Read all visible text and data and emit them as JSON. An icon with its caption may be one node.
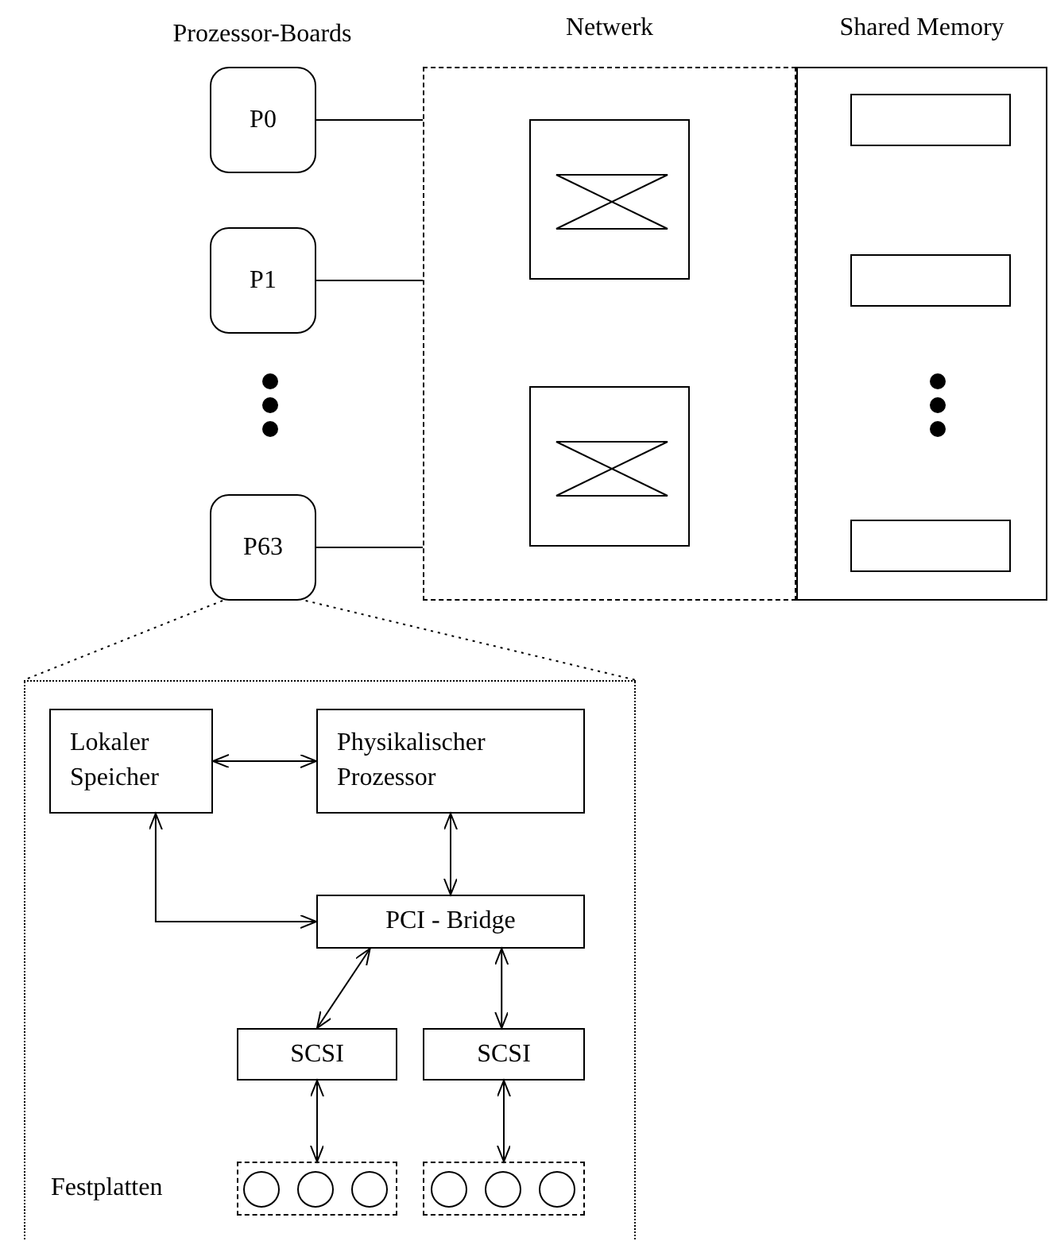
{
  "diagram": {
    "nodes": [
      {
        "text": [
          "P0"
        ]
      },
      {
        "text": [
          "P1"
        ]
      },
      {
        "text": [
          "P63"
        ]
      },
      {
        "text": [
          "Netwerk"
        ]
      },
      {
        "text": [],
        "shape": "box",
        "in": 3
      },
      {
        "text": [],
        "shape": "box",
        "in": 3
      },
      {
        "text": [
          "Shared Memory"
        ]
      },
      {
        "text": [],
        "shape": "box",
        "in": 6
      },
      {
        "text": [],
        "shape": "box",
        "in": 6
      },
      {
        "text": [],
        "shape": "box",
        "in": 6
      },
      {
        "text": [],
        "shape": "box"
      },
      {
        "text": [
          "Lokaler Speicher"
        ],
        "in": 10
      },
      {
        "text": [
          "Physikalischer Prozessor"
        ],
        "in": 10
      },
      {
        "text": [
          "PCI - Bridge"
        ],
        "in": 10
      },
      {
        "text": [
          "SCSI"
        ],
        "in": 10
      },
      {
        "text": [
          "SCSI"
        ],
        "in": 10
      },
      {
        "text": [],
        "shape": "box",
        "in": 10
      },
      {
        "text": [],
        "shape": "circle",
        "in": 16
      },
      {
        "text": [],
        "shape": "circle",
        "in": 16
      },
      {
        "text": [],
        "shape": "circle",
        "in": 16
      },
      {
        "text": [],
        "shape": "box",
        "in": 10
      },
      {
        "text": [],
        "shape": "circle",
        "in": 20
      },
      {
        "text": [],
        "shape": "circle",
        "in": 20
      },
      {
        "text": [],
        "shape": "circle",
        "in": 20
      }
    ],
    "edges": [
      {
        "from": 0,
        "to": 3,
        "arrow": "none"
      },
      {
        "from": 1,
        "to": 3,
        "arrow": "none"
      },
      {
        "from": 2,
        "to": 3,
        "arrow": "none"
      },
      {
        "from": 2,
        "to": 10,
        "arrow": "none",
        "style": "dashed"
      },
      {
        "from": 2,
        "to": 10,
        "arrow": "none",
        "style": "dashed"
      },
      {
        "from": 11,
        "to": 12,
        "arrow": "both"
      },
      {
        "from": 11,
        "to": 13,
        "arrow": "both"
      },
      {
        "from": 12,
        "to": 13,
        "arrow": "both"
      },
      {
        "from": 13,
        "to": 14,
        "arrow": "both"
      },
      {
        "from": 13,
        "to": 15,
        "arrow": "both"
      },
      {
        "from": 14,
        "to": 16,
        "arrow": "both"
      },
      {
        "from": 15,
        "to": 20,
        "arrow": "both"
      }
    ],
    "labels": [
      "Prozessor-Boards",
      "Festplatten"
    ]
  }
}
